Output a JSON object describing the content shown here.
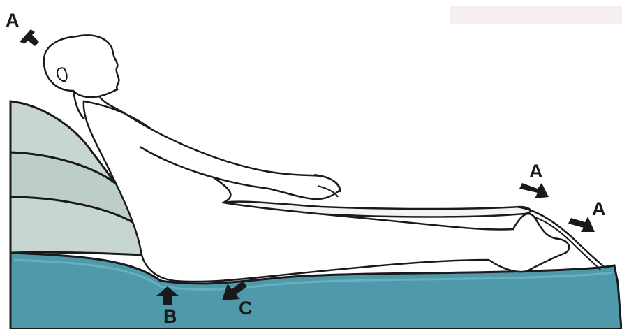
{
  "colors": {
    "mattress": "#4f9aaa",
    "mattress_light": "#5ea9b8",
    "pillow": "#c7d6d3",
    "pillow_shade": "#a9bdb9",
    "outline": "#1a1a1a",
    "body_fill": "#ffffff"
  },
  "labels": {
    "a_head": "A",
    "a_knee": "A",
    "a_heel": "A",
    "b": "B",
    "c": "C"
  }
}
